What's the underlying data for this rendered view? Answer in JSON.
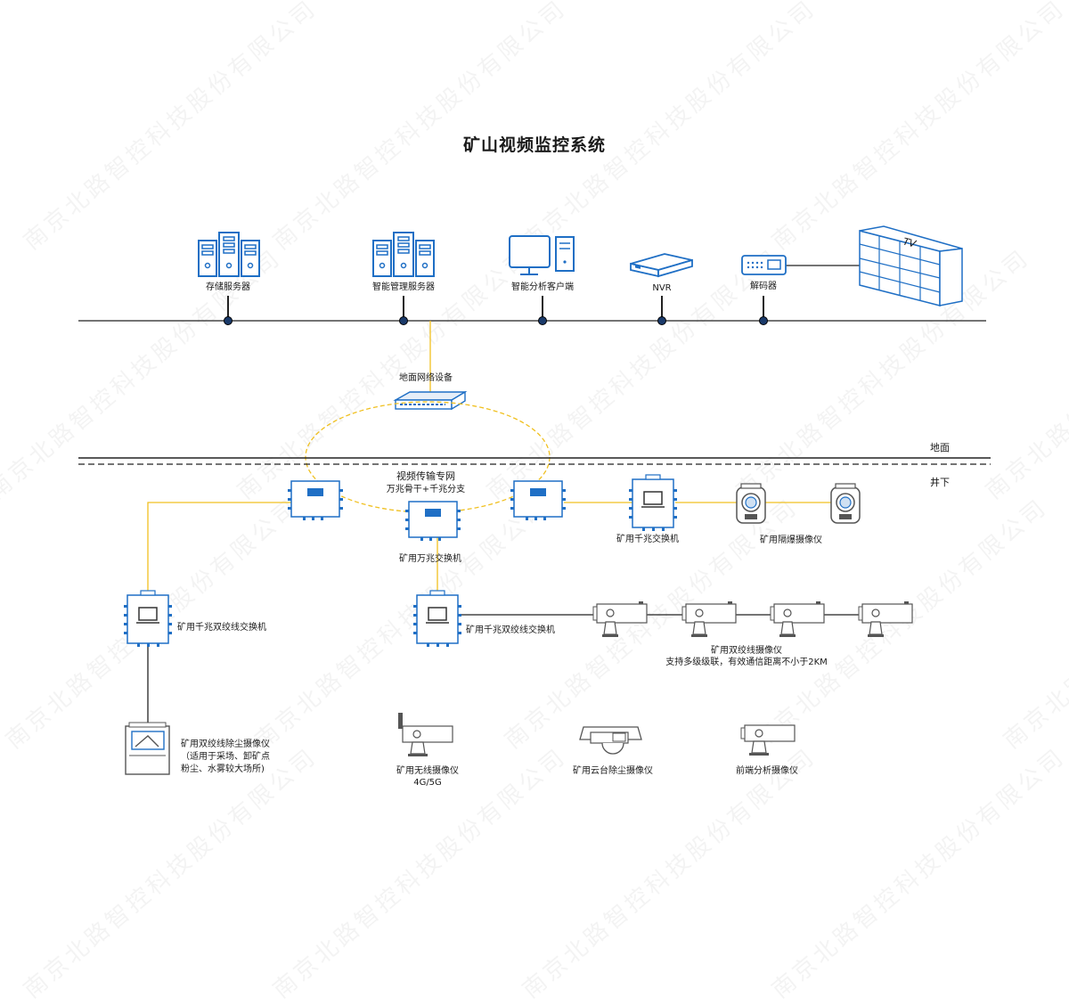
{
  "title": "矿山视频监控系统",
  "watermark": "南京北路智控科技股份有限公司",
  "zones": {
    "surface": "地面",
    "underground": "井下"
  },
  "surface_devices": {
    "storage_server": "存储服务器",
    "smart_mgmt_server": "智能管理服务器",
    "analysis_client": "智能分析客户端",
    "nvr": "NVR",
    "decoder": "解码器",
    "tv_wall": "TV"
  },
  "network": {
    "ground_equipment": "地面网络设备",
    "ring_title": "视频传输专网",
    "ring_subtitle": "万兆骨干+千兆分支"
  },
  "underground_devices": {
    "mine_10g_switch": "矿用万兆交换机",
    "mine_1g_switch": "矿用千兆交换机",
    "flameproof_camera": "矿用隔爆摄像仪",
    "twisted_switch_left": "矿用千兆双绞线交换机",
    "twisted_switch_mid": "矿用千兆双绞线交换机",
    "twisted_camera_line1": "矿用双绞线摄像仪",
    "twisted_camera_line2": "支持多级级联，有效通信距离不小于2KM",
    "dust_camera_line1": "矿用双绞线除尘摄像仪",
    "dust_camera_line2": "（适用于采场、卸矿点",
    "dust_camera_line3": "粉尘、水雾较大场所)",
    "wireless_camera_line1": "矿用无线摄像仪",
    "wireless_camera_line2": "4G/5G",
    "ptz_dust_camera": "矿用云台除尘摄像仪",
    "edge_analysis_camera": "前端分析摄像仪"
  },
  "colors": {
    "accent": "#1f6fc5",
    "bus_line": "#222222",
    "fiber": "#f0c020",
    "text": "#1a1a1a"
  }
}
